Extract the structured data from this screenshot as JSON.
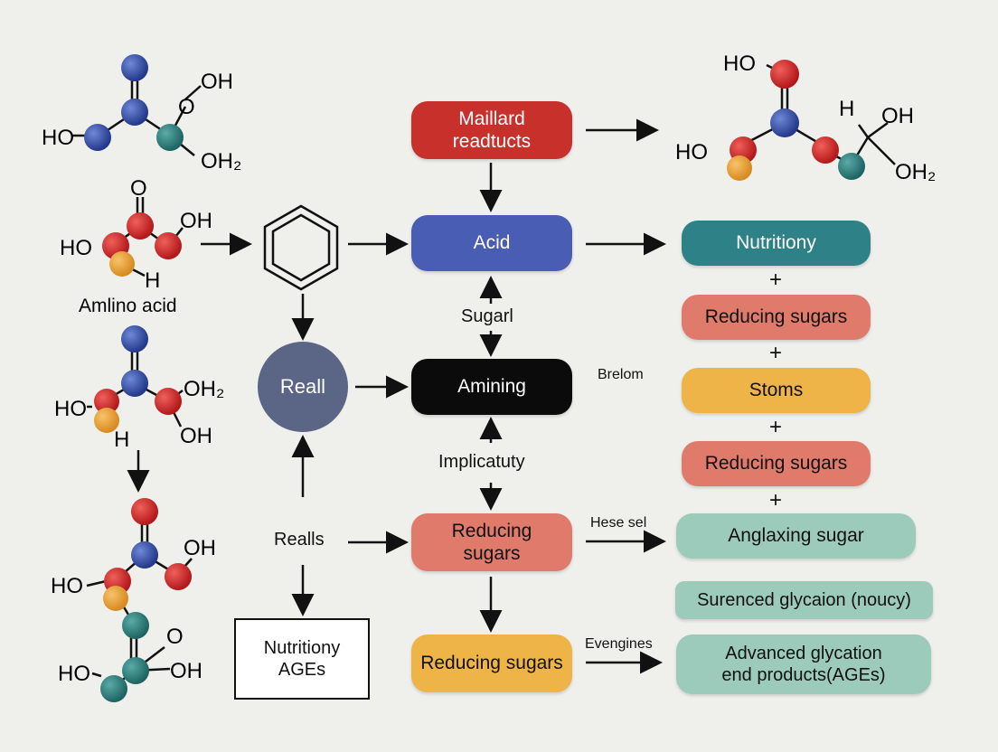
{
  "molecules": {
    "m1": {
      "oh_top": "OH",
      "o": "O",
      "ho": "HO",
      "oh2": "OH₂"
    },
    "m2": {
      "o_top": "O",
      "oh": "OH",
      "ho": "HO",
      "h": "H",
      "caption": "Amlino acid"
    },
    "m3": {
      "oh2": "OH₂",
      "ho": "HO",
      "oh": "OH",
      "h": "H"
    },
    "m4": {
      "oh": "OH",
      "ho": "HO"
    },
    "m5": {
      "o": "O",
      "oh": "OH",
      "ho": "HO"
    },
    "m6": {
      "ho_top": "HO",
      "h": "H",
      "oh": "OH",
      "ho": "HO",
      "oh2": "OH₂"
    }
  },
  "middle": {
    "reall_circle": "Reall",
    "realls_label": "Realls",
    "nutritiony_ages": [
      "Nutritiony",
      "AGEs"
    ]
  },
  "center": {
    "maillard": [
      "Maillard",
      "readtucts"
    ],
    "acid": "Acid",
    "sugarl": "Sugarl",
    "amining": "Amining",
    "brelom": "Brelom",
    "implicatuty": "Implicatuty",
    "reducing_sugars_1": [
      "Reducing",
      "sugars"
    ],
    "reducing_sugars_2": "Reducing sugars",
    "hese_sel": "Hese sel",
    "evengines": "Evengines"
  },
  "right": {
    "nutritiony": "Nutritiony",
    "plus": "+",
    "reducing_sugars_a": "Reducing sugars",
    "stoms": "Stoms",
    "reducing_sugars_b": "Reducing sugars",
    "anglaxing_sugar": "Anglaxing sugar",
    "surenced": "Surenced glycaion (noucy)",
    "advanced": [
      "Advanced glycation",
      "end products(AGEs)"
    ]
  },
  "colors": {
    "background": "#efefec",
    "red_box": "#c8312b",
    "blue_box": "#4a5db5",
    "black_box": "#0b0b0b",
    "salmon_box": "#e07a6a",
    "yellow_box": "#eeb448",
    "teal_box": "#2e8186",
    "mint_box": "#9ccbbb",
    "circle": "#5b6585",
    "atom_blue": "#2f4a9c",
    "atom_red": "#cc2222",
    "atom_teal": "#2a7a78",
    "atom_orange": "#e8a23a"
  }
}
